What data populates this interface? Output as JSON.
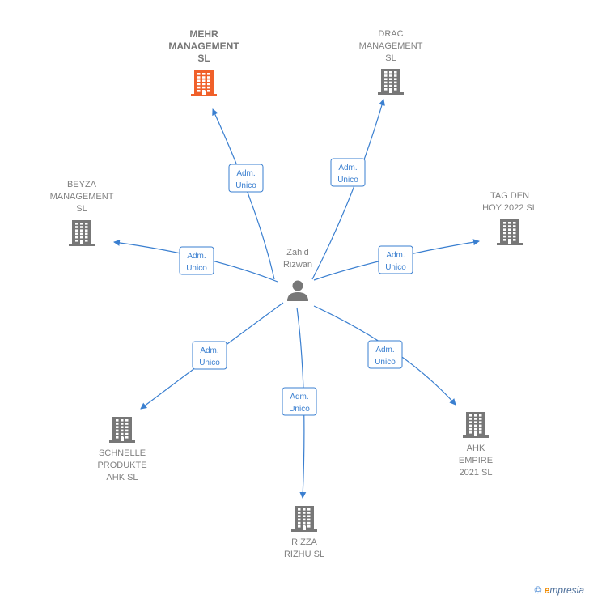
{
  "person": {
    "name_lines": [
      "Zahid",
      "Rizwan"
    ]
  },
  "role_label_lines": [
    "Adm.",
    "Unico"
  ],
  "colors": {
    "accent": "#3a7fd0",
    "building": "#777777",
    "highlight": "#f0602a"
  },
  "companies": [
    {
      "id": "mehr",
      "lines": [
        "MEHR",
        "MANAGEMENT",
        "SL"
      ],
      "highlight": true
    },
    {
      "id": "drac",
      "lines": [
        "DRAC",
        "MANAGEMENT",
        "SL"
      ],
      "highlight": false
    },
    {
      "id": "beyza",
      "lines": [
        "BEYZA",
        "MANAGEMENT",
        "SL"
      ],
      "highlight": false
    },
    {
      "id": "tagden",
      "lines": [
        "TAG DEN",
        "HOY 2022  SL"
      ],
      "highlight": false
    },
    {
      "id": "schnelle",
      "lines": [
        "SCHNELLE",
        "PRODUKTE",
        "AHK  SL"
      ],
      "highlight": false
    },
    {
      "id": "rizza",
      "lines": [
        "RIZZA",
        "RIZHU  SL"
      ],
      "highlight": false
    },
    {
      "id": "ahk",
      "lines": [
        "AHK",
        "EMPIRE",
        "2021  SL"
      ],
      "highlight": false
    }
  ],
  "footer": {
    "copyright": "©",
    "brand_initial": "e",
    "brand_rest": "mpresia"
  }
}
